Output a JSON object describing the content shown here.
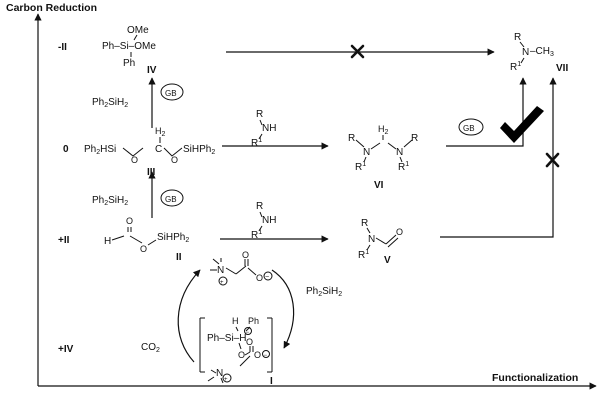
{
  "axes": {
    "y_title": "Carbon Reduction",
    "x_title": "Functionalization"
  },
  "oxidation_levels": [
    "-II",
    "0",
    "+II",
    "+IV"
  ],
  "reagents": {
    "silane": "Ph2SiH2",
    "co2": "CO2",
    "gb": "GB",
    "amine_r": "R",
    "amine_nh": "NH",
    "amine_r1": "R1"
  },
  "compound_labels": {
    "I": "I",
    "II": "II",
    "III": "III",
    "IV": "IV",
    "V": "V",
    "VI": "VI",
    "VII": "VII"
  },
  "outcomes": {
    "blocked": "X",
    "success": "check"
  },
  "colors": {
    "ink": "#111111",
    "background": "#ffffff"
  }
}
